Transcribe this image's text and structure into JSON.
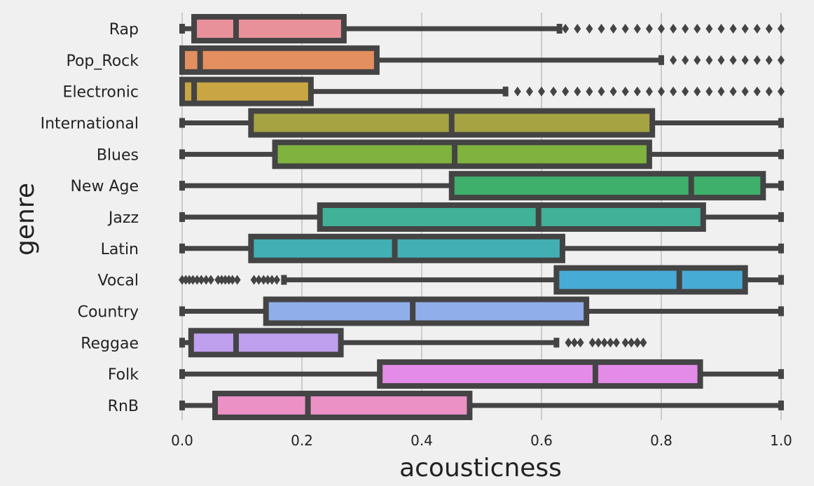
{
  "chart_data": {
    "type": "box",
    "orientation": "horizontal",
    "xlabel": "acousticness",
    "ylabel": "genre",
    "xlim": [
      0.0,
      1.0
    ],
    "xticks": [
      "0.0",
      "0.2",
      "0.4",
      "0.6",
      "0.8",
      "1.0"
    ],
    "grid": true,
    "categories": [
      "Rap",
      "Pop_Rock",
      "Electronic",
      "International",
      "Blues",
      "New Age",
      "Jazz",
      "Latin",
      "Vocal",
      "Country",
      "Reggae",
      "Folk",
      "RnB"
    ],
    "boxes": [
      {
        "genre": "Rap",
        "whislo": 0.0,
        "q1": 0.02,
        "med": 0.09,
        "q3": 0.27,
        "whishi": 0.63,
        "color": "#e8919a",
        "fliers": [
          0.64,
          0.66,
          0.68,
          0.7,
          0.72,
          0.74,
          0.76,
          0.78,
          0.8,
          0.82,
          0.84,
          0.86,
          0.88,
          0.9,
          0.92,
          0.94,
          0.96,
          0.98,
          1.0
        ]
      },
      {
        "genre": "Pop_Rock",
        "whislo": 0.0,
        "q1": 0.0,
        "med": 0.03,
        "q3": 0.325,
        "whishi": 0.8,
        "color": "#e48f5f",
        "fliers": [
          0.82,
          0.84,
          0.86,
          0.88,
          0.9,
          0.92,
          0.94,
          0.96,
          0.98,
          1.0
        ]
      },
      {
        "genre": "Electronic",
        "whislo": 0.0,
        "q1": 0.0,
        "med": 0.02,
        "q3": 0.215,
        "whishi": 0.54,
        "color": "#c9a544",
        "fliers": [
          0.56,
          0.58,
          0.6,
          0.62,
          0.64,
          0.66,
          0.68,
          0.7,
          0.72,
          0.74,
          0.76,
          0.78,
          0.8,
          0.82,
          0.84,
          0.86,
          0.88,
          0.9,
          0.92,
          0.94,
          0.96,
          0.98,
          1.0
        ]
      },
      {
        "genre": "International",
        "whislo": 0.0,
        "q1": 0.115,
        "med": 0.45,
        "q3": 0.785,
        "whishi": 1.0,
        "color": "#a6a342",
        "fliers": []
      },
      {
        "genre": "Blues",
        "whislo": 0.0,
        "q1": 0.155,
        "med": 0.455,
        "q3": 0.78,
        "whishi": 1.0,
        "color": "#7fb33e",
        "fliers": []
      },
      {
        "genre": "New Age",
        "whislo": 0.0,
        "q1": 0.45,
        "med": 0.85,
        "q3": 0.97,
        "whishi": 1.0,
        "color": "#3eb06c",
        "fliers": []
      },
      {
        "genre": "Jazz",
        "whislo": 0.0,
        "q1": 0.23,
        "med": 0.595,
        "q3": 0.87,
        "whishi": 1.0,
        "color": "#41b197",
        "fliers": []
      },
      {
        "genre": "Latin",
        "whislo": 0.0,
        "q1": 0.115,
        "med": 0.355,
        "q3": 0.635,
        "whishi": 1.0,
        "color": "#42afb4",
        "fliers": []
      },
      {
        "genre": "Vocal",
        "whislo": 0.17,
        "q1": 0.625,
        "med": 0.83,
        "q3": 0.94,
        "whishi": 1.0,
        "color": "#47acd5",
        "fliers": [
          0.0,
          0.006,
          0.012,
          0.018,
          0.025,
          0.032,
          0.04,
          0.048,
          0.06,
          0.066,
          0.072,
          0.078,
          0.084,
          0.092,
          0.12,
          0.128,
          0.136,
          0.143,
          0.15,
          0.158
        ]
      },
      {
        "genre": "Country",
        "whislo": 0.0,
        "q1": 0.14,
        "med": 0.385,
        "q3": 0.675,
        "whishi": 1.0,
        "color": "#90aee9",
        "fliers": []
      },
      {
        "genre": "Reggae",
        "whislo": 0.0,
        "q1": 0.015,
        "med": 0.09,
        "q3": 0.265,
        "whishi": 0.625,
        "color": "#bfa0ee",
        "fliers": [
          0.645,
          0.655,
          0.665,
          0.685,
          0.695,
          0.705,
          0.715,
          0.725,
          0.74,
          0.75,
          0.76,
          0.77,
          0.76,
          0.76,
          0.77,
          0.76,
          0.76,
          0.76,
          0.76,
          0.76
        ]
      },
      {
        "genre": "Folk",
        "whislo": 0.0,
        "q1": 0.33,
        "med": 0.69,
        "q3": 0.865,
        "whishi": 1.0,
        "color": "#e48be8",
        "fliers": []
      },
      {
        "genre": "RnB",
        "whislo": 0.0,
        "q1": 0.055,
        "med": 0.21,
        "q3": 0.48,
        "whishi": 1.0,
        "color": "#eb91c6",
        "fliers": []
      }
    ]
  }
}
